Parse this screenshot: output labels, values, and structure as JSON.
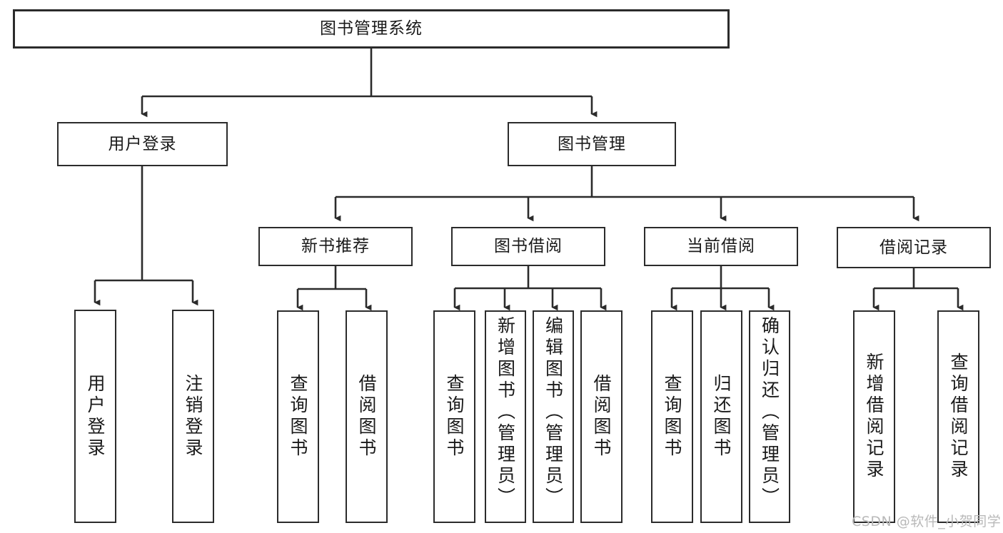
{
  "diagram": {
    "title": "图书管理系统",
    "type": "hierarchy-tree",
    "colors": {
      "stroke": "#2b2b2b",
      "fill": "#ffffff",
      "text": "#1a1a1a",
      "watermark": "#b9b9b9"
    },
    "root": {
      "label": "图书管理系统"
    },
    "level1": [
      {
        "label": "用户登录"
      },
      {
        "label": "图书管理"
      }
    ],
    "level2": [
      {
        "label": "新书推荐"
      },
      {
        "label": "图书借阅"
      },
      {
        "label": "当前借阅"
      },
      {
        "label": "借阅记录"
      }
    ],
    "leaves": {
      "user_login": [
        {
          "label": "用户登录"
        },
        {
          "label": "注销登录"
        }
      ],
      "new_book": [
        {
          "label": "查询图书"
        },
        {
          "label": "借阅图书"
        }
      ],
      "book_borrow": [
        {
          "label": "查询图书"
        },
        {
          "label": "新增图书（管理员）"
        },
        {
          "label": "编辑图书（管理员）"
        },
        {
          "label": "借阅图书"
        }
      ],
      "current_borrow": [
        {
          "label": "查询图书"
        },
        {
          "label": "归还图书"
        },
        {
          "label": "确认归还（管理员）"
        }
      ],
      "borrow_record": [
        {
          "label": "新增借阅记录"
        },
        {
          "label": "查询借阅记录"
        }
      ]
    },
    "watermark": "CSDN @软件_小贺同学"
  }
}
